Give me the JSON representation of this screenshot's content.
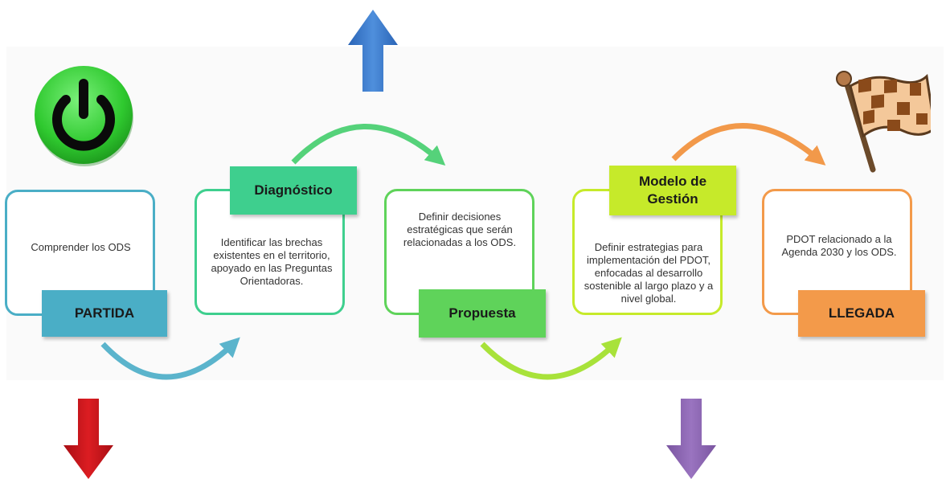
{
  "steps": [
    {
      "label": "PARTIDA",
      "text": "Comprender los ODS"
    },
    {
      "label": "Diagnóstico",
      "text": "Identificar las brechas existentes en el territorio, apoyado en las Preguntas Orientadoras."
    },
    {
      "label": "Propuesta",
      "text": "Definir decisiones estratégicas que serán relacionadas a los ODS."
    },
    {
      "label": "Modelo de Gestión",
      "text": "Definir estrategias para implementación del PDOT, enfocadas al desarrollo sostenible al largo plazo y a nivel global."
    },
    {
      "label": "LLEGADA",
      "text": "PDOT relacionado a la Agenda 2030 y los ODS."
    }
  ],
  "colors": {
    "partida": "#4aaec6",
    "diagnostico": "#3ecf8e",
    "propuesta": "#5fd35a",
    "modelo": "#c6ea2a",
    "llegada": "#f39a4a",
    "arrow_blue": "#2e6fc0",
    "arrow_red": "#c0121a",
    "arrow_purple": "#8a63ad",
    "power_green": "#3fd23f"
  },
  "icons": [
    "power-icon",
    "checkered-flag-icon",
    "up-arrow-icon",
    "down-arrow-icon"
  ]
}
